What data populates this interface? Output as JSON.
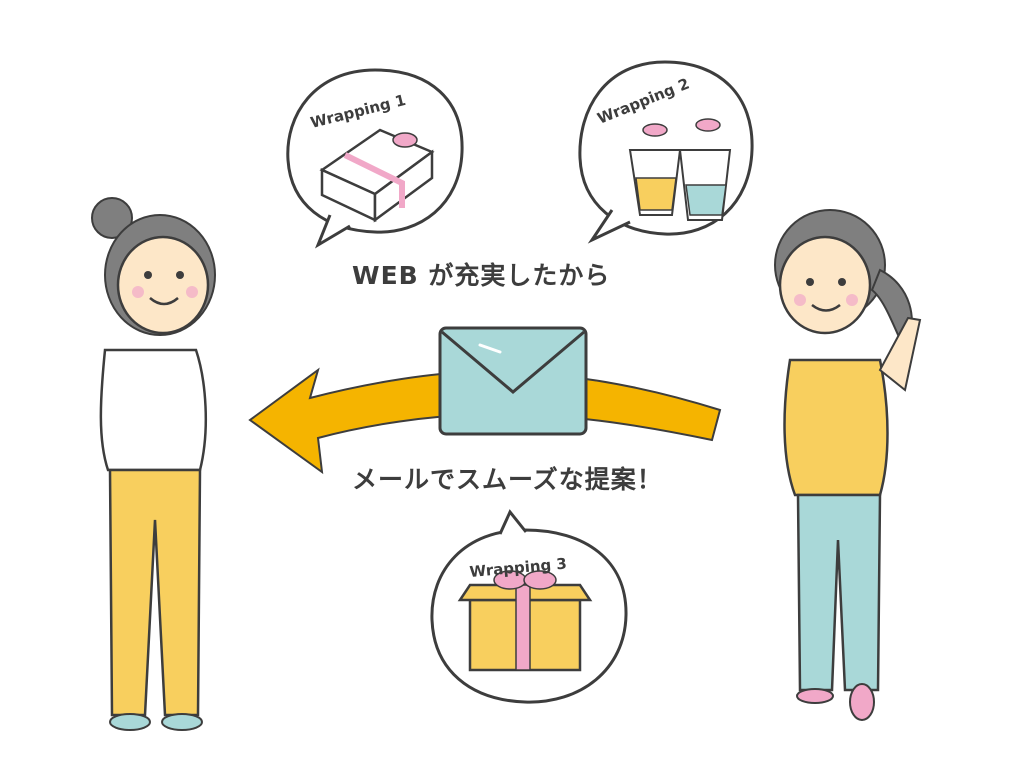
{
  "headline_top": "WEB が充実したから",
  "headline_bottom": "メールでスムーズな提案！",
  "bubbles": [
    {
      "label": "Wrapping 1",
      "icon": "wrapped-box-icon"
    },
    {
      "label": "Wrapping 2",
      "icon": "gift-bags-icon"
    },
    {
      "label": "Wrapping 3",
      "icon": "gift-box-icon"
    }
  ],
  "colors": {
    "arrow": "#f5b400",
    "envelope": "#a9d8d8",
    "gift_yellow": "#f8cf5e",
    "ribbon_pink": "#f1a8c8",
    "sweater_yellow": "#f8cf5e",
    "jeans_teal": "#a9d8d8",
    "outline": "#3d3d3d"
  }
}
